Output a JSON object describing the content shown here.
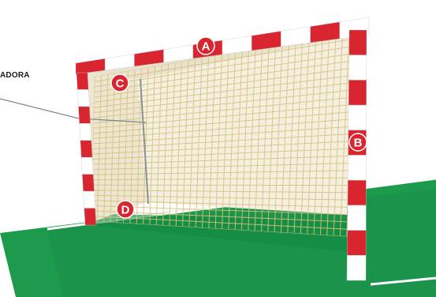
{
  "diagram": {
    "callout_label": "ADORA",
    "markers": [
      {
        "id": "A",
        "letter": "A"
      },
      {
        "id": "B",
        "letter": "B"
      },
      {
        "id": "C",
        "letter": "C"
      },
      {
        "id": "D",
        "letter": "D"
      }
    ],
    "colors": {
      "post_red": "#d9252f",
      "post_white": "#ffffff",
      "grass": "#1e9a4c",
      "grass_dark": "#14803c",
      "net_line": "#d8c27a",
      "marker_fill": "#d9252f",
      "marker_text": "#ffffff",
      "pointer_line": "#7f8a8e"
    }
  }
}
